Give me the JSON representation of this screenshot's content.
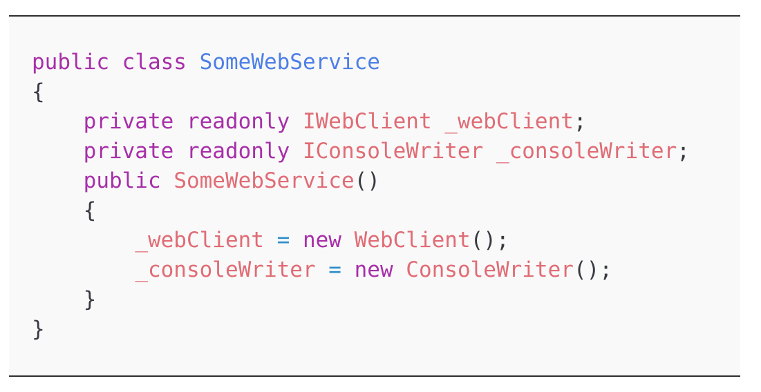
{
  "code_block": {
    "background": "#f9f9f9",
    "border_color": "#2e2e2e",
    "palette": {
      "kw": "#a72fa9",
      "cls": "#4d7fe6",
      "id": "#e06c75",
      "op": "#2a8dc9",
      "pn": "#383a42"
    },
    "lines": [
      {
        "tokens": [
          {
            "t": "public",
            "c": "kw"
          },
          {
            "t": " ",
            "c": "pn"
          },
          {
            "t": "class",
            "c": "kw"
          },
          {
            "t": " ",
            "c": "pn"
          },
          {
            "t": "SomeWebService",
            "c": "cls"
          }
        ]
      },
      {
        "tokens": [
          {
            "t": "{",
            "c": "pn"
          }
        ]
      },
      {
        "tokens": [
          {
            "t": "    ",
            "c": "pn"
          },
          {
            "t": "private",
            "c": "kw"
          },
          {
            "t": " ",
            "c": "pn"
          },
          {
            "t": "readonly",
            "c": "kw"
          },
          {
            "t": " ",
            "c": "pn"
          },
          {
            "t": "IWebClient",
            "c": "id"
          },
          {
            "t": " ",
            "c": "pn"
          },
          {
            "t": "_webClient",
            "c": "id"
          },
          {
            "t": ";",
            "c": "pn"
          }
        ]
      },
      {
        "tokens": [
          {
            "t": "    ",
            "c": "pn"
          },
          {
            "t": "private",
            "c": "kw"
          },
          {
            "t": " ",
            "c": "pn"
          },
          {
            "t": "readonly",
            "c": "kw"
          },
          {
            "t": " ",
            "c": "pn"
          },
          {
            "t": "IConsoleWriter",
            "c": "id"
          },
          {
            "t": " ",
            "c": "pn"
          },
          {
            "t": "_consoleWriter",
            "c": "id"
          },
          {
            "t": ";",
            "c": "pn"
          }
        ]
      },
      {
        "tokens": [
          {
            "t": "    ",
            "c": "pn"
          },
          {
            "t": "public",
            "c": "kw"
          },
          {
            "t": " ",
            "c": "pn"
          },
          {
            "t": "SomeWebService",
            "c": "id"
          },
          {
            "t": "()",
            "c": "pn"
          }
        ]
      },
      {
        "tokens": [
          {
            "t": "    {",
            "c": "pn"
          }
        ]
      },
      {
        "tokens": [
          {
            "t": "        ",
            "c": "pn"
          },
          {
            "t": "_webClient",
            "c": "id"
          },
          {
            "t": " ",
            "c": "pn"
          },
          {
            "t": "=",
            "c": "op"
          },
          {
            "t": " ",
            "c": "pn"
          },
          {
            "t": "new",
            "c": "kw"
          },
          {
            "t": " ",
            "c": "pn"
          },
          {
            "t": "WebClient",
            "c": "id"
          },
          {
            "t": "();",
            "c": "pn"
          }
        ]
      },
      {
        "tokens": [
          {
            "t": "        ",
            "c": "pn"
          },
          {
            "t": "_consoleWriter",
            "c": "id"
          },
          {
            "t": " ",
            "c": "pn"
          },
          {
            "t": "=",
            "c": "op"
          },
          {
            "t": " ",
            "c": "pn"
          },
          {
            "t": "new",
            "c": "kw"
          },
          {
            "t": " ",
            "c": "pn"
          },
          {
            "t": "ConsoleWriter",
            "c": "id"
          },
          {
            "t": "();",
            "c": "pn"
          }
        ]
      },
      {
        "tokens": [
          {
            "t": "    }",
            "c": "pn"
          }
        ]
      },
      {
        "tokens": [
          {
            "t": "}",
            "c": "pn"
          }
        ]
      }
    ]
  }
}
